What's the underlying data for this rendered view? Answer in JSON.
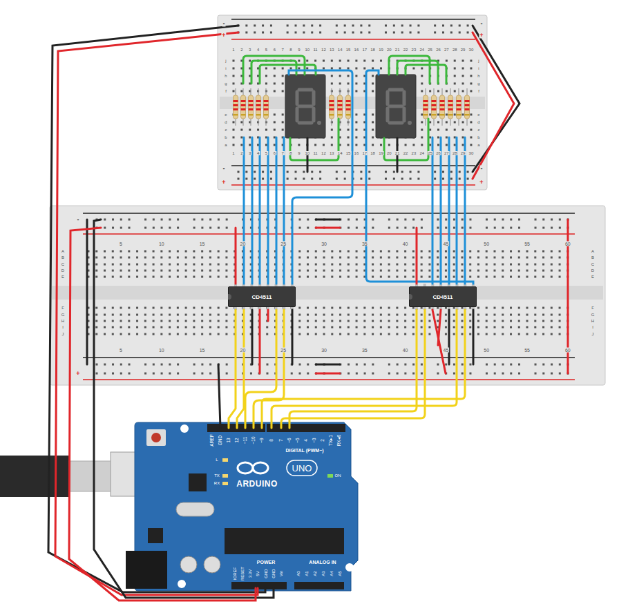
{
  "diagram": {
    "nodes": [
      {
        "text": [
          "CD4511"
        ]
      },
      {
        "text": [
          "CD4511"
        ]
      }
    ],
    "labels": [
      "-",
      "+",
      "-",
      "+",
      "1",
      "2",
      "3",
      "4",
      "5",
      "6",
      "7",
      "8",
      "9",
      "10",
      "11",
      "12",
      "13",
      "14",
      "15",
      "16",
      "17",
      "18",
      "19",
      "20",
      "21",
      "22",
      "23",
      "24",
      "25",
      "26",
      "27",
      "28",
      "29",
      "30",
      "j",
      "i",
      "h",
      "g",
      "f",
      "e",
      "d",
      "c",
      "b",
      "a",
      "j",
      "i",
      "h",
      "g",
      "f",
      "e",
      "d",
      "c",
      "b",
      "a",
      "1",
      "2",
      "3",
      "4",
      "5",
      "6",
      "7",
      "8",
      "9",
      "10",
      "11",
      "12",
      "13",
      "14",
      "15",
      "16",
      "17",
      "18",
      "19",
      "20",
      "21",
      "22",
      "23",
      "24",
      "25",
      "26",
      "27",
      "28",
      "29",
      "30",
      "-",
      "+",
      "-",
      "+",
      "-",
      "5",
      "10",
      "15",
      "20",
      "25",
      "30",
      "35",
      "40",
      "45",
      "50",
      "55",
      "60",
      "A",
      "B",
      "C",
      "D",
      "E",
      "F",
      "G",
      "H",
      "I",
      "J",
      "A",
      "B",
      "C",
      "D",
      "E",
      "F",
      "G",
      "H",
      "I",
      "J",
      "5",
      "10",
      "15",
      "20",
      "25",
      "30",
      "35",
      "40",
      "45",
      "50",
      "55",
      "60",
      "+",
      "AREF",
      "GND",
      "13",
      "12",
      "~11",
      "~10",
      "~9",
      "8",
      "7",
      "~6",
      "~5",
      "4",
      "~3",
      "2",
      "TX▸1",
      "RX◂0",
      "DIGITAL (PWM~)",
      "L",
      "TX",
      "RX",
      "ON",
      "ARDUINO",
      "UNO",
      "IOREF",
      "RESET",
      "3.3V",
      "5V",
      "GND",
      "GND",
      "Vin",
      "POWER",
      "ANALOG IN",
      "A0",
      "A1",
      "A2",
      "A3",
      "A4",
      "A5"
    ]
  }
}
